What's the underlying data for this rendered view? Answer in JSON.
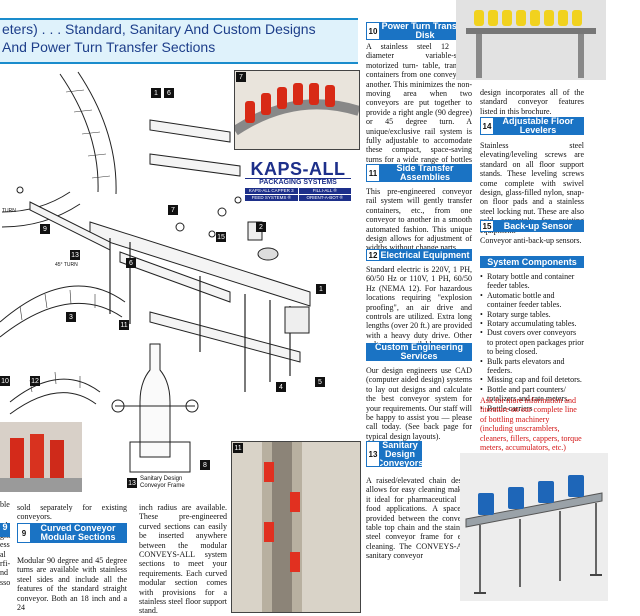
{
  "header": {
    "line1": "eters) . . . Standard, Sanitary And Custom Designs",
    "line2": "And Power Turn Transfer Sections"
  },
  "logo": {
    "name": "KAPS-ALL",
    "tagline": "PACKAGING SYSTEMS",
    "divisions": [
      "KAPS-ALL CAPPER 3",
      "FILLI-ALL ®",
      "FEED SYSTEMS ®",
      "ORIENT-A-BOT ®"
    ]
  },
  "diagram": {
    "callouts": [
      "1",
      "6",
      "7",
      "2",
      "15",
      "13",
      "9",
      "4",
      "3",
      "11",
      "12",
      "5",
      "8",
      "10"
    ],
    "turn_labels": [
      "TURN",
      "45° TURN"
    ],
    "caption_num": "13",
    "caption_line1": "Sanitary Design",
    "caption_line2": "Conveyor Frame"
  },
  "photo_labels": {
    "p7": "7",
    "p11": "11"
  },
  "bottom_left": {
    "col1_frag": [
      "ble",
      "ed",
      "ght",
      "ess",
      "al",
      "rfi-",
      "nd",
      "sso"
    ],
    "col2_intro": "sold separately for existing conveyors.",
    "sec9_num": "9",
    "sec9_title": "Curved Conveyor Modular Sections",
    "sec9_body": "Modular 90 degree and 45 degree turns are available with stainless steel sides and include all the features of the standard straight conveyor. Both an 18 inch and a 24",
    "col3_body": "inch radius are available. These pre-engineered curved sections can easily be inserted anywhere between the modular CONVEYS-ALL system sections to meet your requirements. Each curved modular section comes with provisions for a stainless steel floor support stand.",
    "sec9_left_num": "9"
  },
  "mid_column": {
    "s10_num": "10",
    "s10_title": "Power Turn Transfer Disk",
    "s10_body": "A stainless steel 12 inch diameter variable-speed motorized turn- table, transfers containers from one conveyor to another. This minimizes the non-moving area when two conveyors are put together to provide a right angle (90 degree) or 45 degree turn. A unique/exclusive rail system is fully adjustable to accomodate these compact, space-saving turns for a wide range of bottles and parts being conveyed.",
    "s11_num": "11",
    "s11_title": "Side Transfer Assemblies",
    "s11_body": "This pre-engineered conveyor rail system will gently transfer containers, etc., from one conveyor to another in a smooth automated fashion. This unique design allows for adjustment of widths without change parts.",
    "s12_num": "12",
    "s12_title": "Electrical Equipment",
    "s12_body": "Standard electric is 220V, 1 PH, 60/50 Hz or 110V, 1 PH, 60/50 Hz (NEMA 12). For hazardous locations requiring \"explosion proofing\", an air drive and controls are utilized. Extra long lengths (over 20 ft.) are provided with a heavy duty drive. Other voltages are available.",
    "custom_title": "Custom Engineering Services",
    "custom_body": "Our design engineers use CAD (computer aided design) systems to lay out designs and calculate the best conveyor system for your requirements. Our staff will be happy to assist you — please call today. (See back page for typical design layouts).",
    "s13_num": "13",
    "s13_title": "Sanitary Design Conveyors",
    "s13_body": "A raised/elevated chain design allows for easy cleaning making it ideal for pharmaceutical and food applications. A space is provided between the conveyor table top chain and the stainless steel conveyor frame for easy cleaning. The CONVEYS-ALL sanitary conveyor"
  },
  "right_column": {
    "intro_body": "design incorporates all of the standard conveyor features listed in this brochure.",
    "s14_num": "14",
    "s14_title": "Adjustable Floor Levelers",
    "s14_body": "Stainless steel elevating/leveling screws are standard on all floor support stands. These leveling screws come complete with swivel design, glass-filled nylon, snap-on floor pads and a stainless steel locking nut. These are also sold separately for existing equipment.",
    "s15_num": "15",
    "s15_title": "Back-up Sensor",
    "s15_body": "Conveyor anti-back-up sensors.",
    "components_title": "System Components",
    "components": [
      "Rotary bottle and container feeder tables.",
      "Automatic bottle and container feeder tables.",
      "Rotary surge tables.",
      "Rotary accumulating tables.",
      "Dust covers over conveyors to protect open packages prior to being closed.",
      "Bulk parts elevators and feeders.",
      "Missing cap and foil detetors.",
      "Bottle and part counters/ totalizers and rate meters.",
      "Bottle carriers"
    ],
    "red_note": "Ask for more information and literature on our complete line of bottling machinery (including unscramblers, cleaners, fillers, cappers, torque meters, accumulators, etc.)"
  }
}
